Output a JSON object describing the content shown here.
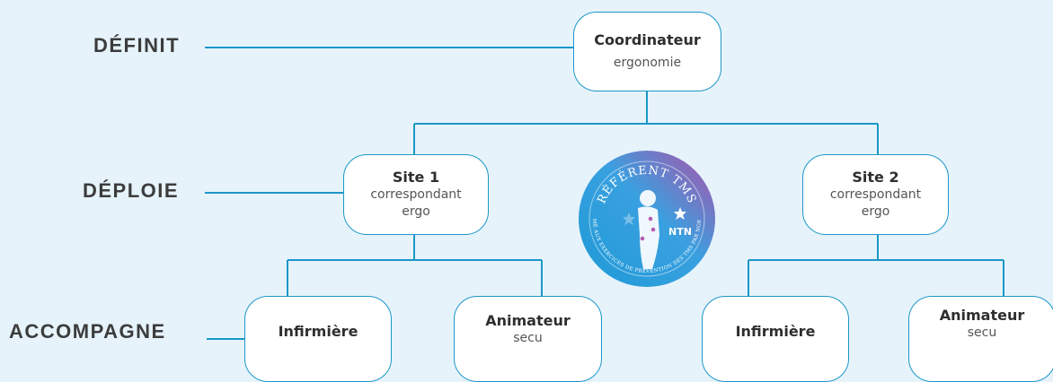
{
  "levels": {
    "definit": "DÉFINIT",
    "deploie": "DÉPLOIE",
    "accompagne": "ACCOMPAGNE"
  },
  "nodes": {
    "coordinateur": {
      "title": "Coordinateur",
      "sub": "ergonomie"
    },
    "site1": {
      "title": "Site 1",
      "sub1": "correspondant",
      "sub2": "ergo"
    },
    "site2": {
      "title": "Site 2",
      "sub1": "correspondant",
      "sub2": "ergo"
    },
    "infirmiere1": {
      "title": "Infirmière"
    },
    "animateur1": {
      "title": "Animateur",
      "sub": "secu"
    },
    "infirmiere2": {
      "title": "Infirmière"
    },
    "animateur2": {
      "title": "Animateur",
      "sub": "secu"
    }
  },
  "badge": {
    "top_text": "RÉFÉRENT TMS",
    "ring_text": "FORMÉ AUX EXERCICES DE PRÉVENTION DES TMS PAR NOERGO",
    "logo_text": "NTN"
  },
  "colors": {
    "background": "#e6f3fb",
    "line": "#1b97c9",
    "node_border": "#1b97c9",
    "label": "#3c3c3c",
    "badge_gradient": [
      "#1e9ad6",
      "#3aa0e0",
      "#b04fa8"
    ]
  }
}
